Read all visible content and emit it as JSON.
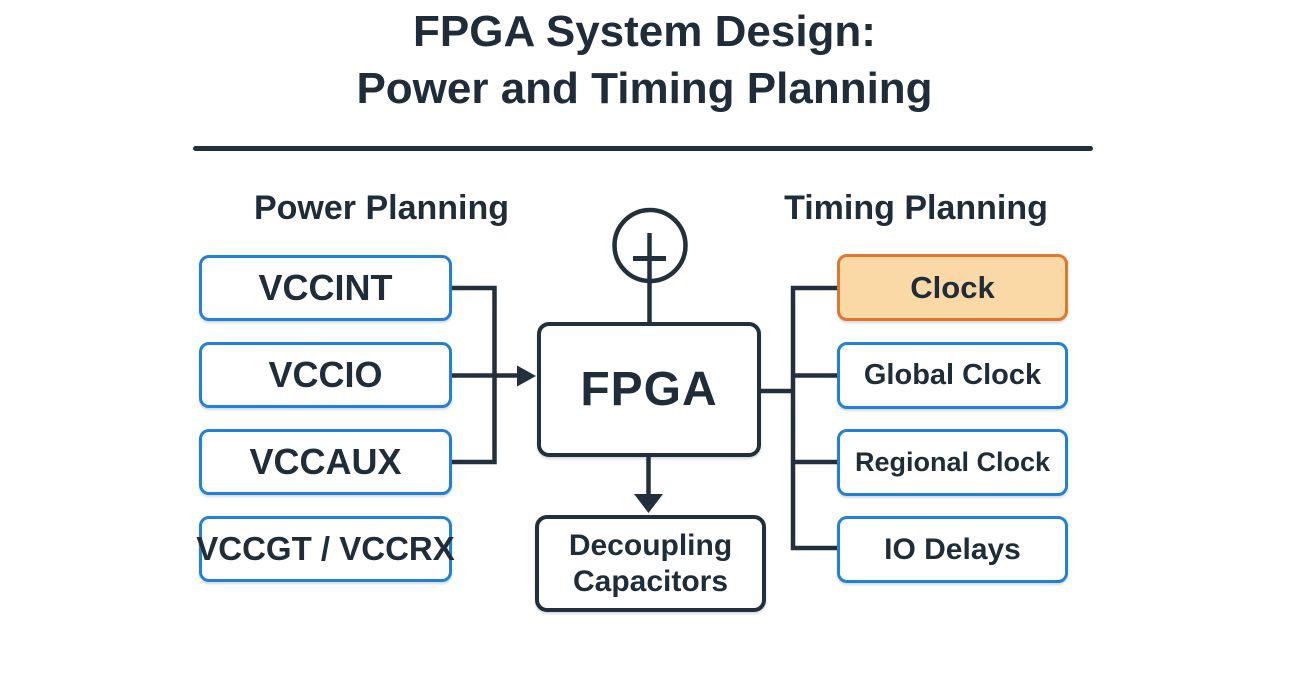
{
  "title": {
    "line1": "FPGA System Design:",
    "line2": "Power and Timing Planning"
  },
  "headers": {
    "power": "Power Planning",
    "timing": "Timing Planning"
  },
  "power_nodes": [
    {
      "label": "VCCINT"
    },
    {
      "label": "VCCIO"
    },
    {
      "label": "VCCAUX"
    },
    {
      "label": "VCCGT / VCCRX"
    }
  ],
  "timing_nodes": [
    {
      "label": "Clock",
      "highlighted": true
    },
    {
      "label": "Global Clock",
      "highlighted": false
    },
    {
      "label": "Regional Clock",
      "highlighted": false
    },
    {
      "label": "IO Delays",
      "highlighted": false
    }
  ],
  "center": {
    "fpga": "FPGA",
    "decoupling": {
      "line1": "Decoupling",
      "line2": "Capacitors"
    }
  },
  "icons": {
    "power_source": "power-source-plus-icon",
    "arrow_into_fpga": "right-arrowhead-icon",
    "arrow_to_decoupling": "down-arrowhead-icon"
  },
  "colors": {
    "text": "#1f2c3a",
    "line": "#22303e",
    "node_border": "#2181d9",
    "highlight_border": "#e0772e",
    "highlight_fill": "#fbd9a6",
    "background": "#ffffff"
  }
}
